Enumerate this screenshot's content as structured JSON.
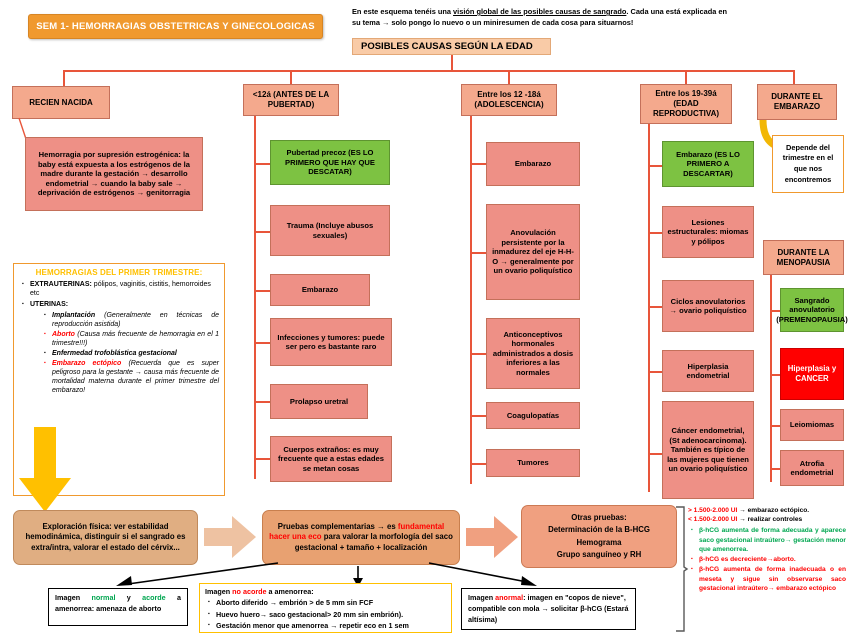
{
  "header": {
    "title": "SEM 1- HEMORRAGIAS OBSTETRICAS Y GINECOLOGICAS",
    "intro_line1_a": "En este esquema tenéis una ",
    "intro_line1_b": "visión global de las posibles causas de sangrado",
    "intro_line1_c": ". Cada una está explicada en",
    "intro_line2": "su tema → solo pongo lo nuevo o un miniresumen de cada cosa para situarnos!",
    "subtitle": "POSIBLES CAUSAS SEGÚN LA EDAD"
  },
  "columns": {
    "newborn": {
      "title": "RECIEN NACIDA",
      "detail": "Hemorragia por supresión estrogénica: la baby está expuesta a los estrógenos de la madre durante la gestación → desarrollo endometrial → cuando la baby sale → deprivación de estrógenos → genitorragia"
    },
    "prepuberty": {
      "title": "<12á (ANTES DE LA PUBERTAD)",
      "items": [
        {
          "label": "Pubertad precoz (ES LO PRIMERO QUE HAY QUE DESCATAR)",
          "style": "green"
        },
        {
          "label": "Trauma (Incluye abusos sexuales)",
          "style": "salmon"
        },
        {
          "label": "Embarazo",
          "style": "salmon"
        },
        {
          "label": "Infecciones y tumores: puede ser pero es bastante raro",
          "style": "salmon"
        },
        {
          "label": "Prolapso uretral",
          "style": "salmon"
        },
        {
          "label": "Cuerpos extraños: es muy frecuente que a estas edades se metan cosas",
          "style": "salmon"
        }
      ]
    },
    "adolescence": {
      "title": "Entre los 12 -18á (ADOLESCENCIA)",
      "items": [
        {
          "label": "Embarazo",
          "style": "salmon"
        },
        {
          "label": "Anovulación persistente por la inmadurez del eje H-H-O → generalmente por un ovario poliquístico",
          "style": "salmon"
        },
        {
          "label": "Anticonceptivos hormonales administrados a dosis inferiores a las normales",
          "style": "salmon"
        },
        {
          "label": "Coagulopatías",
          "style": "salmon"
        },
        {
          "label": "Tumores",
          "style": "salmon"
        }
      ]
    },
    "reproductive": {
      "title": "Entre los 19-39á (EDAD REPRODUCTIVA)",
      "items": [
        {
          "label": "Embarazo (ES LO PRIMERO A DESCARTAR)",
          "style": "green"
        },
        {
          "label": "Lesiones estructurales: miomas y pólipos",
          "style": "salmon"
        },
        {
          "label": "Ciclos anovulatorios → ovario poliquístico",
          "style": "salmon"
        },
        {
          "label": "Hiperplasia endometrial",
          "style": "salmon"
        },
        {
          "label": "Cáncer endometrial, (St adenocarcinoma). También es típico de las mujeres que tienen un ovario poliquístico",
          "style": "salmon"
        }
      ]
    },
    "pregnancy": {
      "title": "DURANTE EL EMBARAZO",
      "note": "Depende del trimestre en el que nos encontremos"
    },
    "menopause": {
      "title": "DURANTE LA MENOPAUSIA",
      "items": [
        {
          "label": "Sangrado anovulatorio (PREMENOPAUSIA)",
          "style": "green"
        },
        {
          "label": "Hiperplasia y CANCER",
          "style": "red"
        },
        {
          "label": "Leiomiomas",
          "style": "salmon"
        },
        {
          "label": "Atrofia endometrial",
          "style": "salmon"
        }
      ]
    }
  },
  "first_trimester_note": {
    "title": "HEMORRAGIAS DEL PRIMER TRIMESTRE:",
    "extrauterine_label": "EXTRAUTERINAS:",
    "extrauterine_text": "pólipos, vaginitis, cistitis, hemorroides etc",
    "uterine_label": "UTERINAS:",
    "sub_items": [
      {
        "title": "Implantación",
        "title_color": "#000000",
        "body": "(Generalmente en técnicas de reproducción asistida)"
      },
      {
        "title": "Aborto",
        "title_color": "#FF0000",
        "body": "(Causa más frecuente de hemorragia en el 1 trimestre!!!)"
      },
      {
        "title": "Enfermedad trofoblástica gestacional",
        "title_color": "#000000",
        "body": ""
      },
      {
        "title": "Embarazo ectópico",
        "title_color": "#FF0000",
        "body": "(Recuerda que es super peligroso para la gestante → causa más frecuente de mortalidad materna durante el primer trimestre del embarazo!"
      }
    ]
  },
  "workflow": {
    "exploration": "Exploración física: ver estabilidad hemodinámica, distinguir si el sangrado es extra/intra, valorar el estado del cérvix...",
    "tests_a": "Pruebas complementarias → es ",
    "tests_b": "fundamental hacer una eco",
    "tests_c": " para valorar la morfología del saco gestacional + tamaño + localización",
    "other_tests_title": "Otras pruebas:",
    "other_tests_lines": [
      "Determinación de la B-HCG",
      "Hemograma",
      "Grupo sanguíneo y RH"
    ]
  },
  "outcomes": {
    "normal": {
      "pre": "Imagen ",
      "green1": "normal",
      "mid": " y ",
      "green2": "acorde",
      "post": " a amenorrea: amenaza de aborto"
    },
    "not_matching": {
      "pre": "Imagen ",
      "red": "no acorde",
      "post": " a amenorrea:",
      "bullets": [
        "Aborto diferido → embrión > de 5 mm sin FCF",
        "Huevo huero→ saco gestacional> 20 mm sin embrión).",
        "Gestación menor que amenorrea → repetir eco en 1 sem"
      ]
    },
    "abnormal": {
      "pre": "Imagen ",
      "red": "anormal",
      "post": ": imagen en \"copos de nieve\", compatible con mola → solicitar β-hCG (Estará altísima)"
    }
  },
  "hcg_notes": {
    "line1_red": "> 1.500-2.000 UI",
    "line1_rest": "→ embarazo ectópico.",
    "line2_red": "< 1.500-2.000 UI",
    "line2_rest": "→ realizar controles",
    "bullets": [
      {
        "color": "green",
        "text": "β-hCG aumenta de forma adecuada y aparece saco gestacional intraútero→ gestación menor que amenorrea."
      },
      {
        "color": "red",
        "text": "β-hCG es decreciente→aborto."
      },
      {
        "color": "red",
        "text": "β-hCG aumenta de forma inadecuada o en meseta y sigue sin observarse saco gestacional intraútero→ embarazo ectópico"
      }
    ]
  }
}
